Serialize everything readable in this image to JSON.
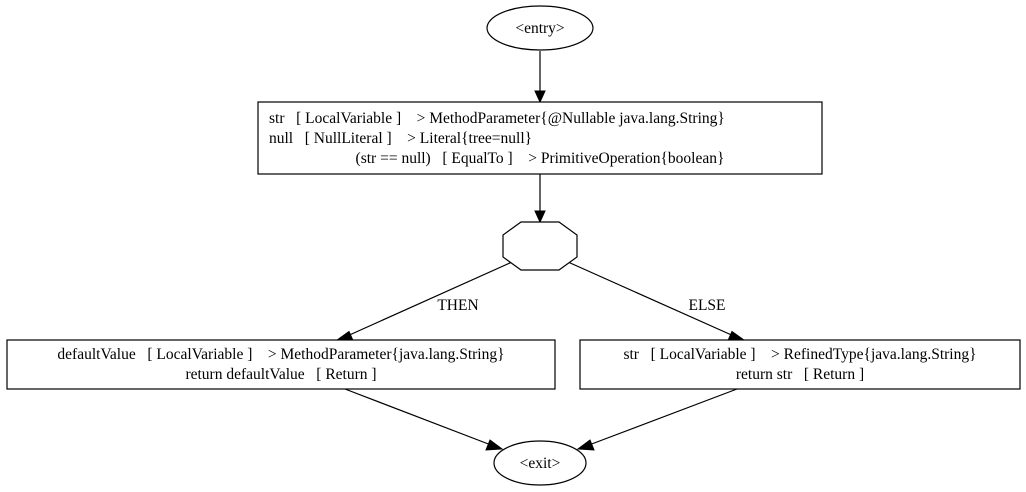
{
  "graph": {
    "entry": {
      "label": "<entry>"
    },
    "exit": {
      "label": "<exit>"
    },
    "block_main": {
      "lines": [
        "str   [ LocalVariable ]    > MethodParameter{@Nullable java.lang.String}",
        "null   [ NullLiteral ]    > Literal{tree=null}",
        "(str == null)   [ EqualTo ]    > PrimitiveOperation{boolean}"
      ]
    },
    "condition": {
      "label": ""
    },
    "block_then": {
      "lines": [
        "defaultValue   [ LocalVariable ]    > MethodParameter{java.lang.String}",
        "return defaultValue   [ Return ]"
      ]
    },
    "block_else": {
      "lines": [
        "str   [ LocalVariable ]    > RefinedType{java.lang.String}",
        "return str   [ Return ]"
      ]
    },
    "edges": {
      "then_label": "THEN",
      "else_label": "ELSE"
    }
  }
}
